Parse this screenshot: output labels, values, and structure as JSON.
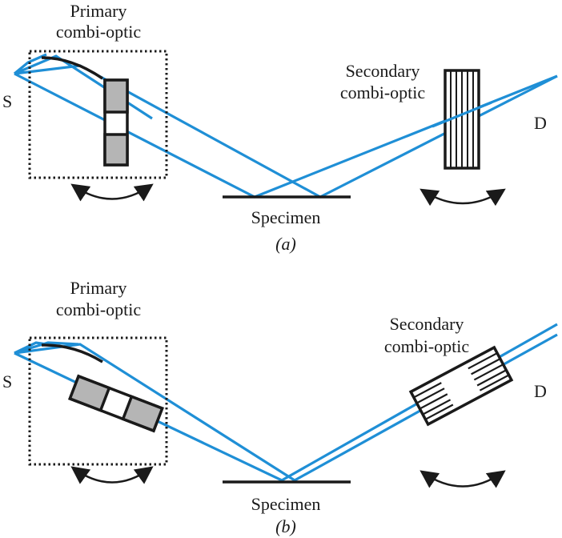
{
  "colors": {
    "beam": "#1f8fd6",
    "ink": "#1a1a1a",
    "block_fill": "#b5b5b5"
  },
  "panel_a": {
    "source_label": "S",
    "detector_label": "D",
    "primary_label_line1": "Primary",
    "primary_label_line2": "combi-optic",
    "secondary_label_line1": "Secondary",
    "secondary_label_line2": "combi-optic",
    "specimen_label": "Specimen",
    "caption": "(a)"
  },
  "panel_b": {
    "source_label": "S",
    "detector_label": "D",
    "primary_label_line1": "Primary",
    "primary_label_line2": "combi-optic",
    "secondary_label_line1": "Secondary",
    "secondary_label_line2": "combi-optic",
    "specimen_label": "Specimen",
    "caption": "(b)"
  },
  "icons": {
    "rotation_arrow": "curved-double-arrow-icon",
    "mirror": "curved-mirror-icon"
  }
}
